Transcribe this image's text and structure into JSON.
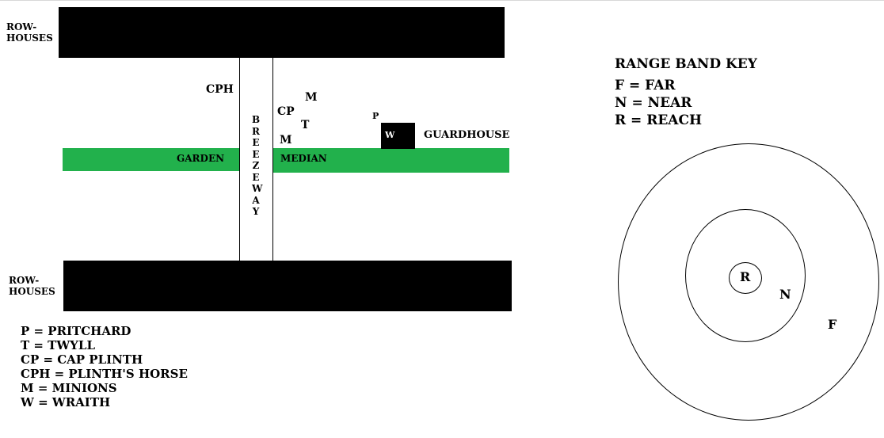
{
  "map": {
    "rowhouses_top_label": "ROW-\nHOUSES",
    "rowhouses_bottom_label": "ROW-\nHOUSES",
    "garden_label": "GARDEN",
    "median_label": "MEDIAN",
    "breezeway_label": "BREEZEWAY",
    "guardhouse_label": "GUARDHOUSE",
    "colors": {
      "buildings": "#000000",
      "greenery": "#22b14c",
      "background": "#ffffff"
    },
    "tokens": {
      "cph": "CPH",
      "cp": "CP",
      "m_upper": "M",
      "t": "T",
      "m_lower": "M",
      "p": "P",
      "w": "W"
    }
  },
  "legend": {
    "items": [
      "P = PRITCHARD",
      "T = TWYLL",
      "CP = CAP PLINTH",
      "CPH = PLINTH'S HORSE",
      "M = MINIONS",
      "W = WRAITH"
    ]
  },
  "range_key": {
    "title": "RANGE BAND KEY",
    "items": [
      "F = FAR",
      "N = NEAR",
      "R = REACH"
    ],
    "ring_labels": {
      "reach": "R",
      "near": "N",
      "far": "F"
    }
  }
}
